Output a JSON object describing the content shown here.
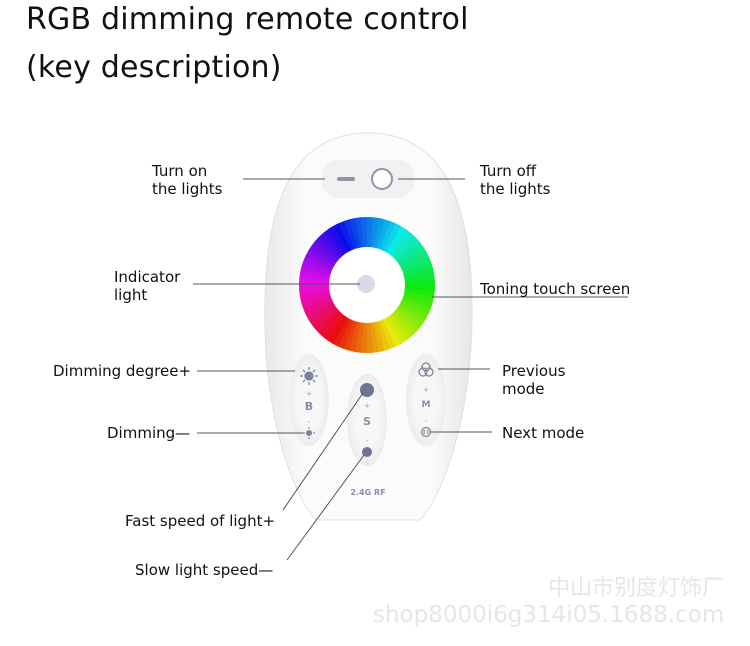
{
  "title_line1": "RGB dimming remote control",
  "title_line2": "(key description)",
  "labels": {
    "turn_on": [
      "Turn on",
      "the lights"
    ],
    "turn_off": [
      "Turn off",
      "the lights"
    ],
    "indicator": [
      "Indicator",
      "light"
    ],
    "toning": "Toning touch screen",
    "dimming_plus": "Dimming degree+",
    "previous_mode": [
      "Previous",
      "mode"
    ],
    "dimming_minus": "Dimming—",
    "next_mode": "Next mode",
    "fast_speed": "Fast speed of light+",
    "slow_speed": "Slow light speed—"
  },
  "remote": {
    "brightness_key": "B",
    "speed_key": "S",
    "mode_key": "M",
    "plus": "+",
    "minus": "-",
    "rf_label": "2.4G RF"
  },
  "watermark": {
    "company": "中山市别度灯饰厂",
    "url": "shop8000i6g314i05.1688.com"
  }
}
